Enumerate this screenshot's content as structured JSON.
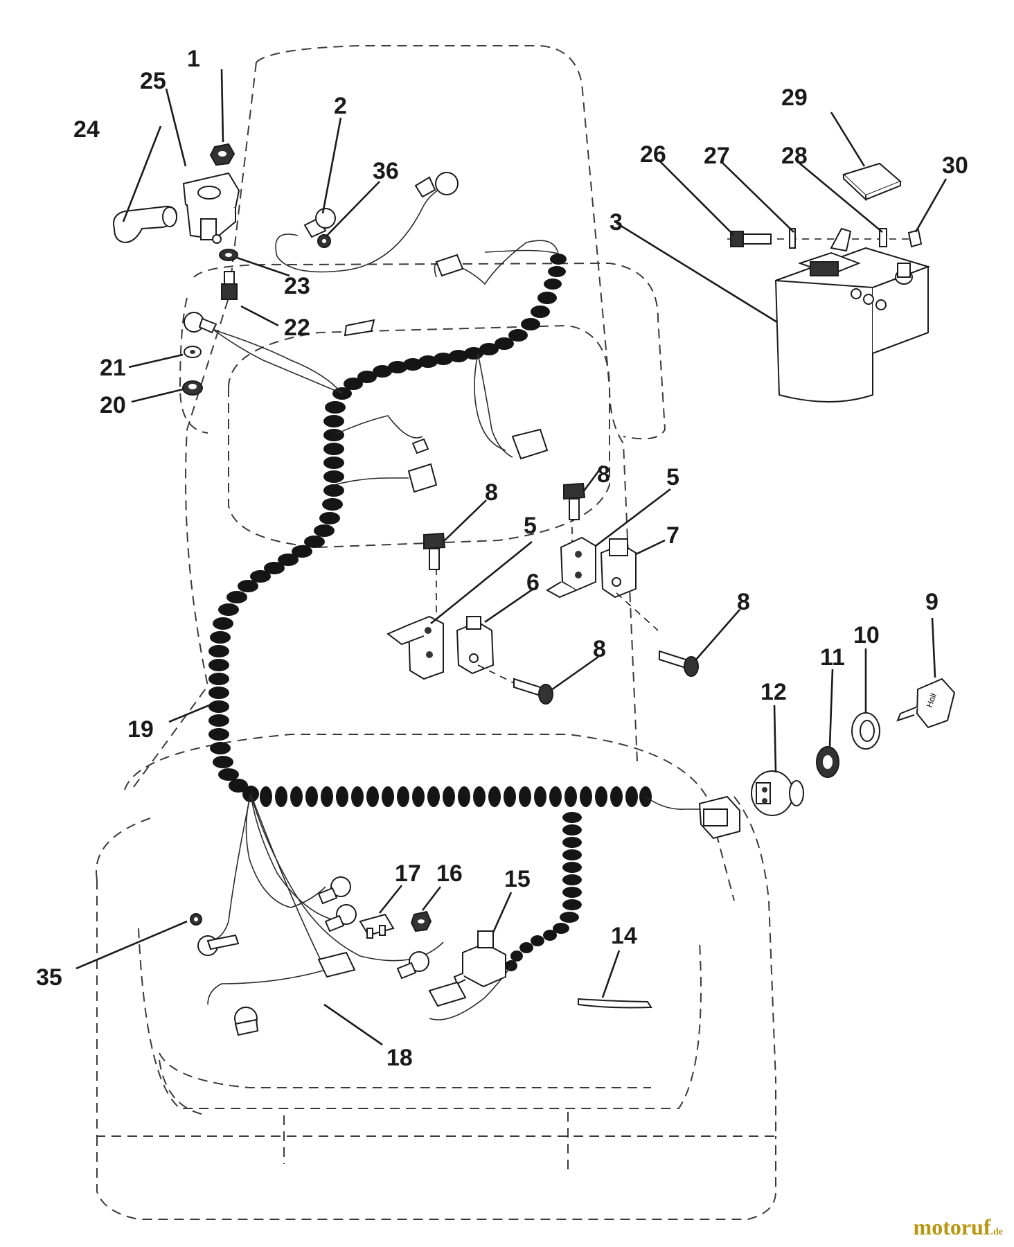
{
  "diagram": {
    "callouts": [
      "1",
      "2",
      "3",
      "5",
      "5",
      "6",
      "7",
      "8",
      "8",
      "8",
      "8",
      "9",
      "10",
      "11",
      "12",
      "14",
      "15",
      "16",
      "17",
      "18",
      "19",
      "20",
      "21",
      "22",
      "23",
      "24",
      "25",
      "26",
      "27",
      "28",
      "29",
      "30",
      "35",
      "36"
    ]
  },
  "watermark": {
    "name": "motoruf",
    "tld": ".de",
    "color": "#b8960f"
  },
  "icons": [
    "battery-icon",
    "key-icon",
    "ignition-switch-icon",
    "solenoid-icon",
    "wire-harness-icon"
  ]
}
